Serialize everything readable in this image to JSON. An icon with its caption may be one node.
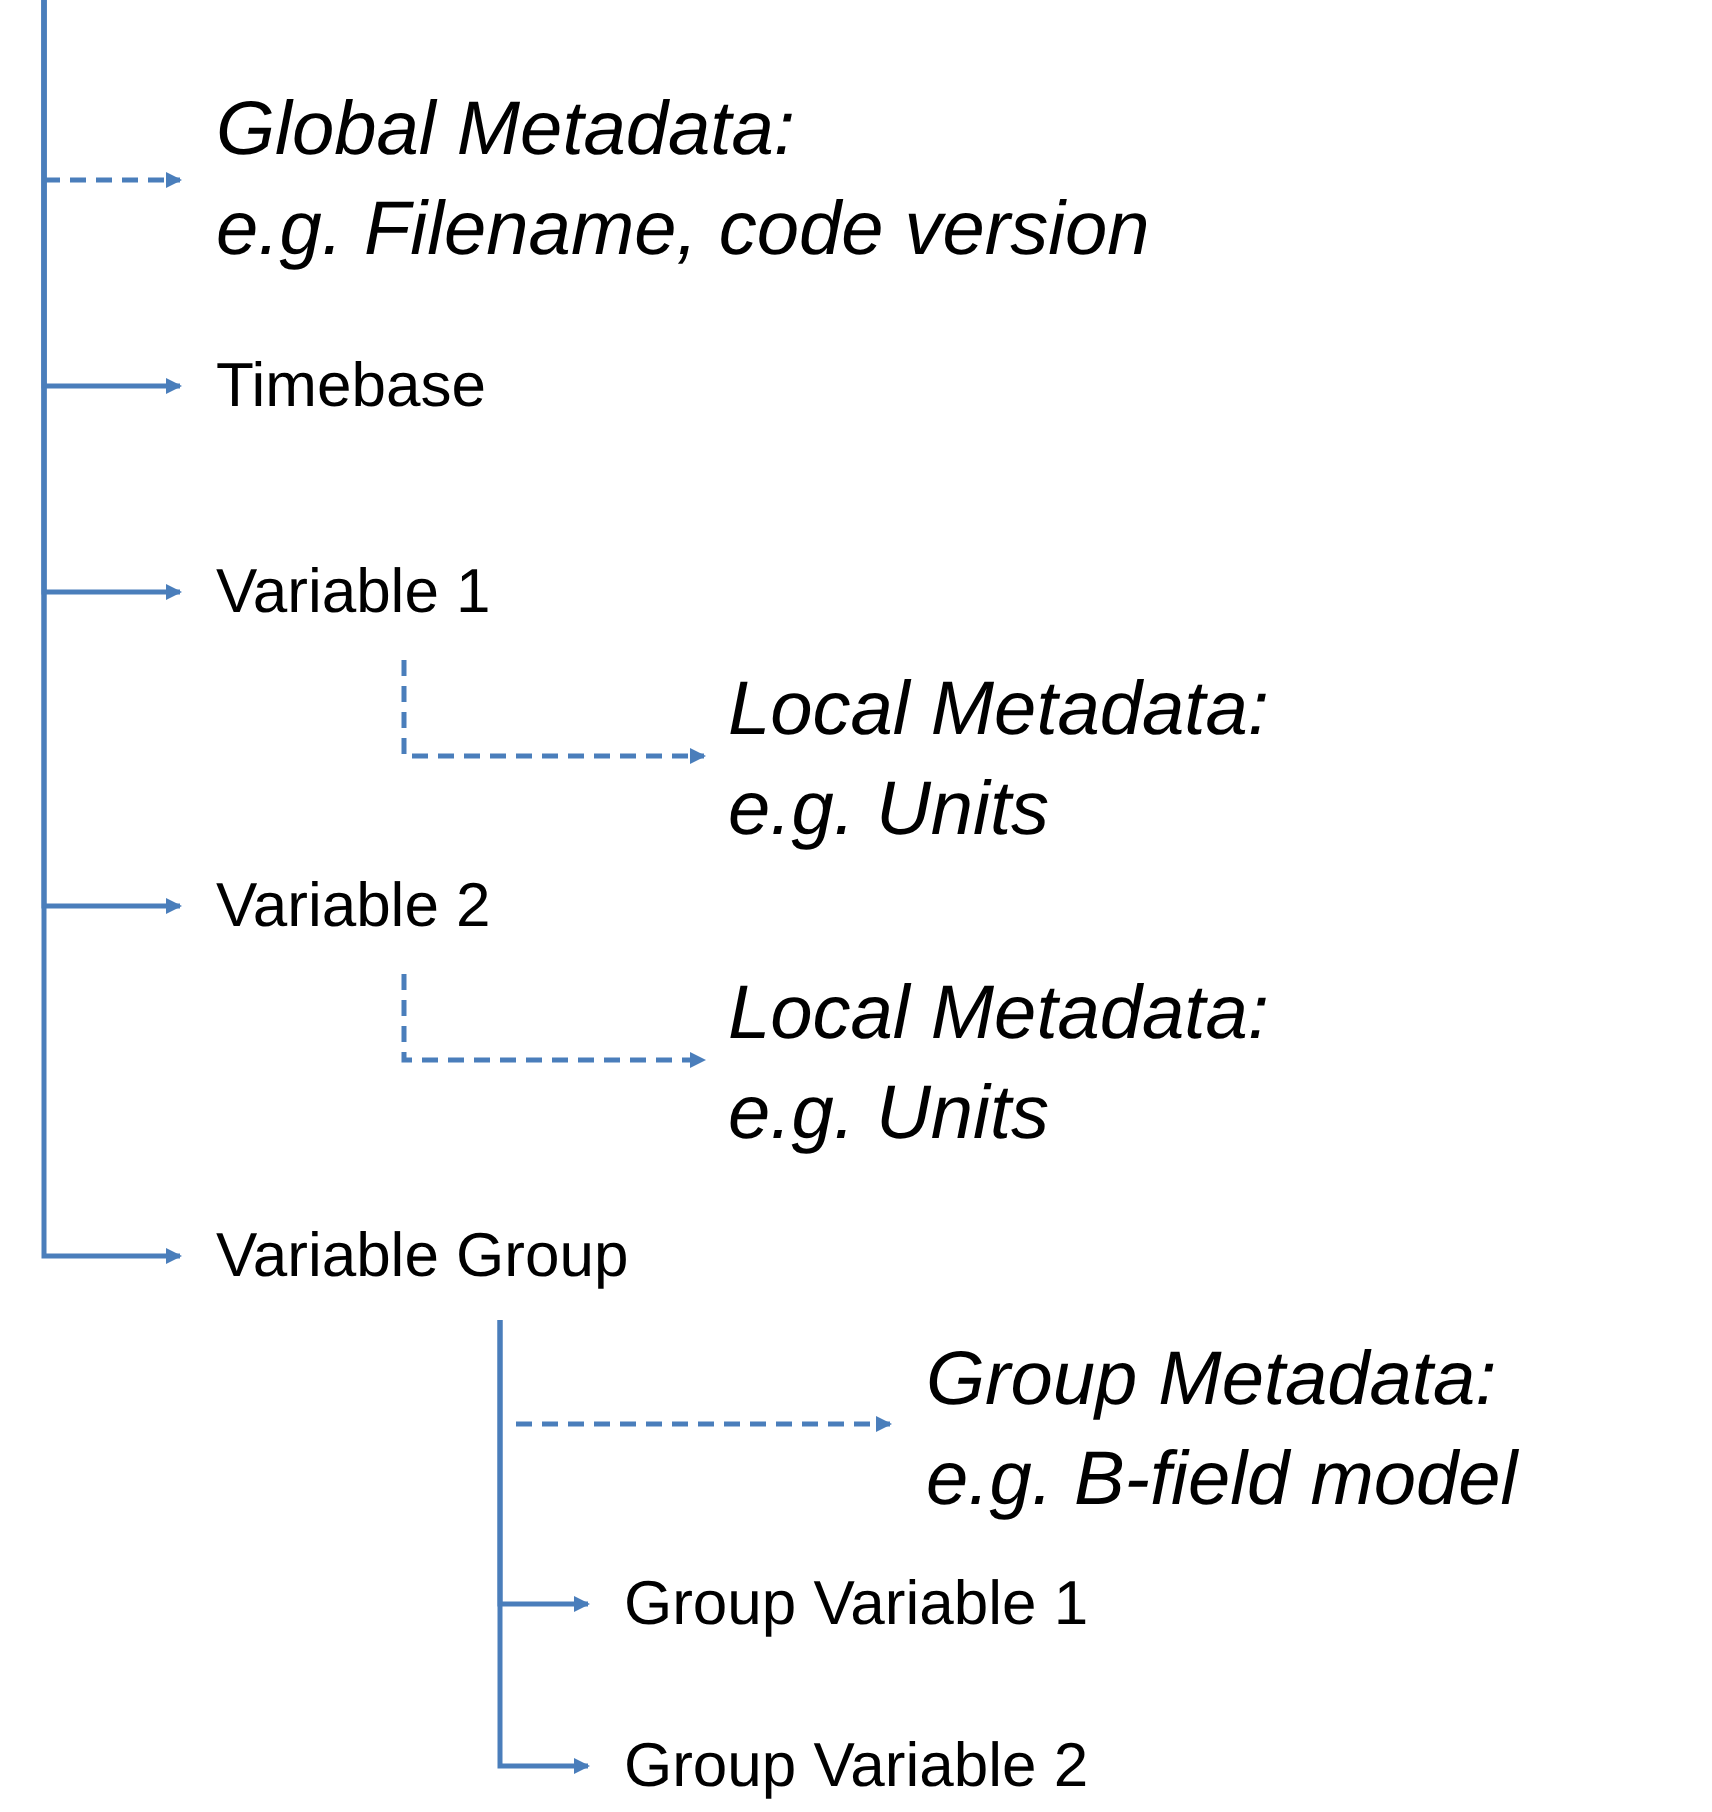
{
  "diagram": {
    "nodes": [
      {
        "text": [
          "Global Metadata:",
          "e.g. Filename, code version"
        ]
      },
      {
        "text": [
          "Timebase"
        ]
      },
      {
        "text": [
          "Variable 1"
        ]
      },
      {
        "text": [
          "Local Metadata:",
          "e.g. Units"
        ]
      },
      {
        "text": [
          "Variable 2"
        ]
      },
      {
        "text": [
          "Local Metadata:",
          "e.g. Units"
        ]
      },
      {
        "text": [
          "Variable Group"
        ]
      },
      {
        "text": [
          "Group Metadata:",
          "e.g. B-field model"
        ]
      },
      {
        "text": [
          "Group Variable 1"
        ]
      },
      {
        "text": [
          "Group Variable 2"
        ]
      }
    ],
    "edges": [
      {
        "from": null,
        "to": 0,
        "arrow": "to",
        "style": "dashed"
      },
      {
        "from": null,
        "to": 1,
        "arrow": "to"
      },
      {
        "from": null,
        "to": 2,
        "arrow": "to"
      },
      {
        "from": 2,
        "to": 3,
        "arrow": "to",
        "style": "dashed"
      },
      {
        "from": null,
        "to": 4,
        "arrow": "to"
      },
      {
        "from": 4,
        "to": 5,
        "arrow": "to",
        "style": "dashed"
      },
      {
        "from": null,
        "to": 6,
        "arrow": "to"
      },
      {
        "from": 6,
        "to": 7,
        "arrow": "to",
        "style": "dashed"
      },
      {
        "from": 6,
        "to": 8,
        "arrow": "to"
      },
      {
        "from": 6,
        "to": 9,
        "arrow": "to"
      }
    ]
  }
}
